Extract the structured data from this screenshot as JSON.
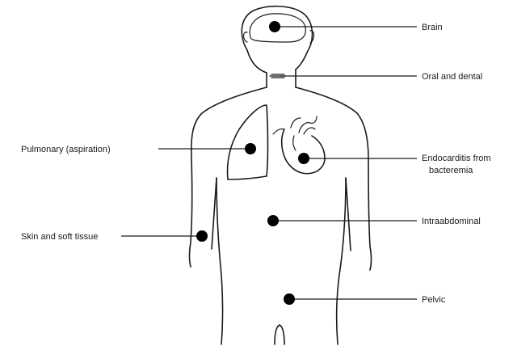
{
  "labels": {
    "brain": "Brain",
    "oral": "Oral and dental",
    "pulmonary": "Pulmonary (aspiration)",
    "endocarditis_line1": "Endocarditis from",
    "endocarditis_line2": "bacteremia",
    "intraabdominal": "Intraabdominal",
    "skin": "Skin and soft tissue",
    "pelvic": "Pelvic"
  }
}
